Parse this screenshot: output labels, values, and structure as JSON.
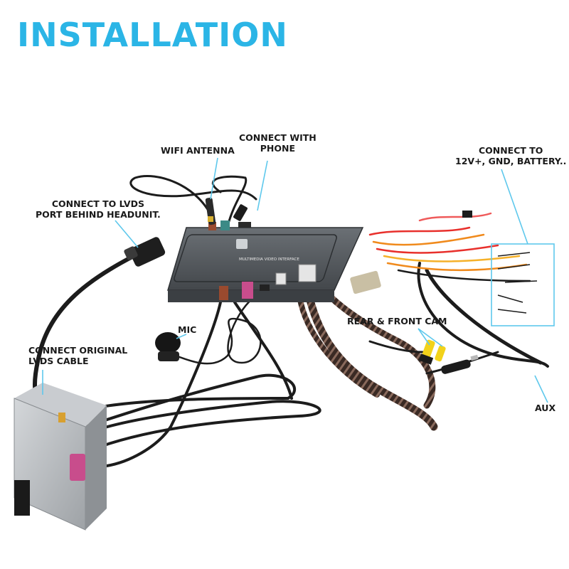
{
  "title": "INSTALLATION",
  "labels": {
    "wifi_antenna": "WIFI ANTENNA",
    "connect_phone": [
      "CONNECT WITH",
      "PHONE"
    ],
    "connect_lvds_port": [
      "CONNECT TO LVDS",
      "PORT BEHIND HEADUNIT."
    ],
    "connect_power": [
      "CONNECT TO",
      "12V+, GND, BATTERY.."
    ],
    "mic": "MIC",
    "rear_front_cam": "REAR & FRONT CAM",
    "connect_original_lvds": [
      "CONNECT ORIGINAL",
      "LVDS CABLE"
    ],
    "aux": "AUX"
  },
  "device_label": "MULTIMEDIA VIDEO INTERFACE",
  "colors": {
    "title": "#2bb5e6",
    "callout_line": "#5ec8ec",
    "cable": "#1c1c1c",
    "module_body": "#55595e",
    "box_body": "#b8bcc0",
    "fakra_teal": "#3c8a86",
    "fakra_pink": "#c84d8c",
    "fakra_brown": "#9a4a2e",
    "rca_yellow": "#f2d21a",
    "braid": "#3a2a24"
  },
  "icons": [
    "usb-plug-icon",
    "microphone-icon",
    "rca-plug-icon",
    "aux-jack-icon",
    "lvds-plug-icon"
  ]
}
